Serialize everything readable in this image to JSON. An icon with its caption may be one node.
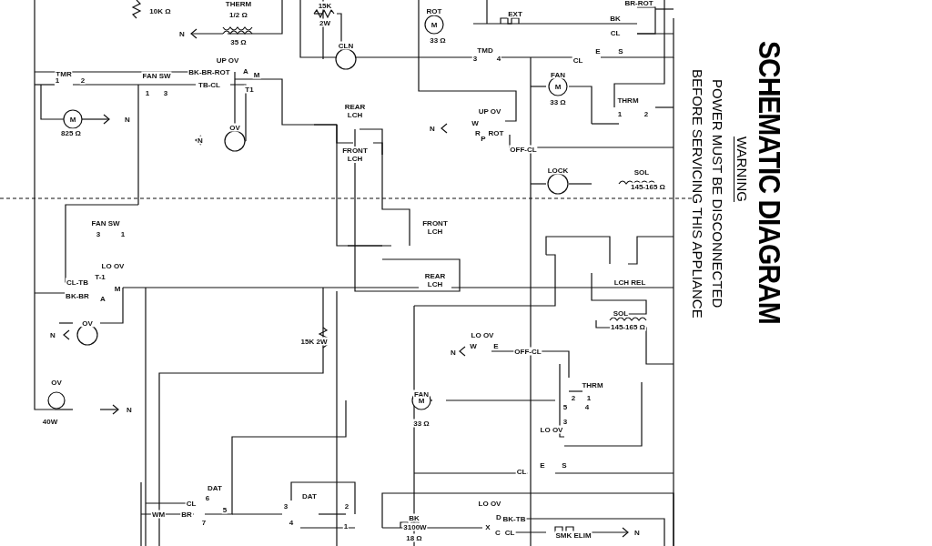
{
  "diagram": {
    "title": "SCHEMATIC DIAGRAM",
    "labels": [
      "10K Ω",
      "THERM",
      "1/2 Ω",
      "N",
      "35 Ω",
      "15K",
      "2W",
      "ROT",
      "M",
      "33 Ω",
      "EXT",
      "BR-ROT",
      "BK",
      "CL",
      "CLN",
      "TMD",
      "3",
      "4",
      "CL",
      "E",
      "S",
      "UP OV",
      "TMR",
      "FAN SW",
      "BK-BR-ROT",
      "A",
      "M",
      "1",
      "2",
      "1",
      "3",
      "TB-CL",
      "T1",
      "M",
      "825 Ω",
      "N",
      "OV",
      "N",
      "FAN",
      "M",
      "33 Ω",
      "THRM",
      "1",
      "2",
      "REAR LCH",
      "FRONT LCH",
      "UP OV",
      "W",
      "R",
      "ROT",
      "P",
      "OFF-CL",
      "N",
      "LOCK",
      "SOL",
      "145-165 Ω",
      "FAN SW",
      "3",
      "1",
      "FRONT LCH",
      "REAR LCH",
      "LCH REL",
      "LO OV",
      "T-1",
      "CL-TB",
      "M",
      "BK-BR",
      "A",
      "OV",
      "N",
      "15K 2W",
      "SOL",
      "145-165 Ω",
      "LO OV",
      "N",
      "W",
      "E",
      "OFF-CL",
      "THRM",
      "2",
      "1",
      "FAN",
      "M",
      "33 Ω",
      "5",
      "4",
      "3",
      "OV",
      "40W",
      "N",
      "LO OV",
      "CL",
      "E",
      "S",
      "DAT",
      "6",
      "CL",
      "WM",
      "BR",
      "5",
      "7",
      "DAT",
      "3",
      "2",
      "4",
      "1",
      "LO OV",
      "BK",
      "3100W",
      "18 Ω",
      "X",
      "D",
      "BK-TB",
      "C",
      "CL",
      "SMK ELIM",
      "N",
      "WARNING",
      "POWER MUST BE DISCONNECTED BEFORE SERVICING THIS APPLIANCE"
    ]
  }
}
